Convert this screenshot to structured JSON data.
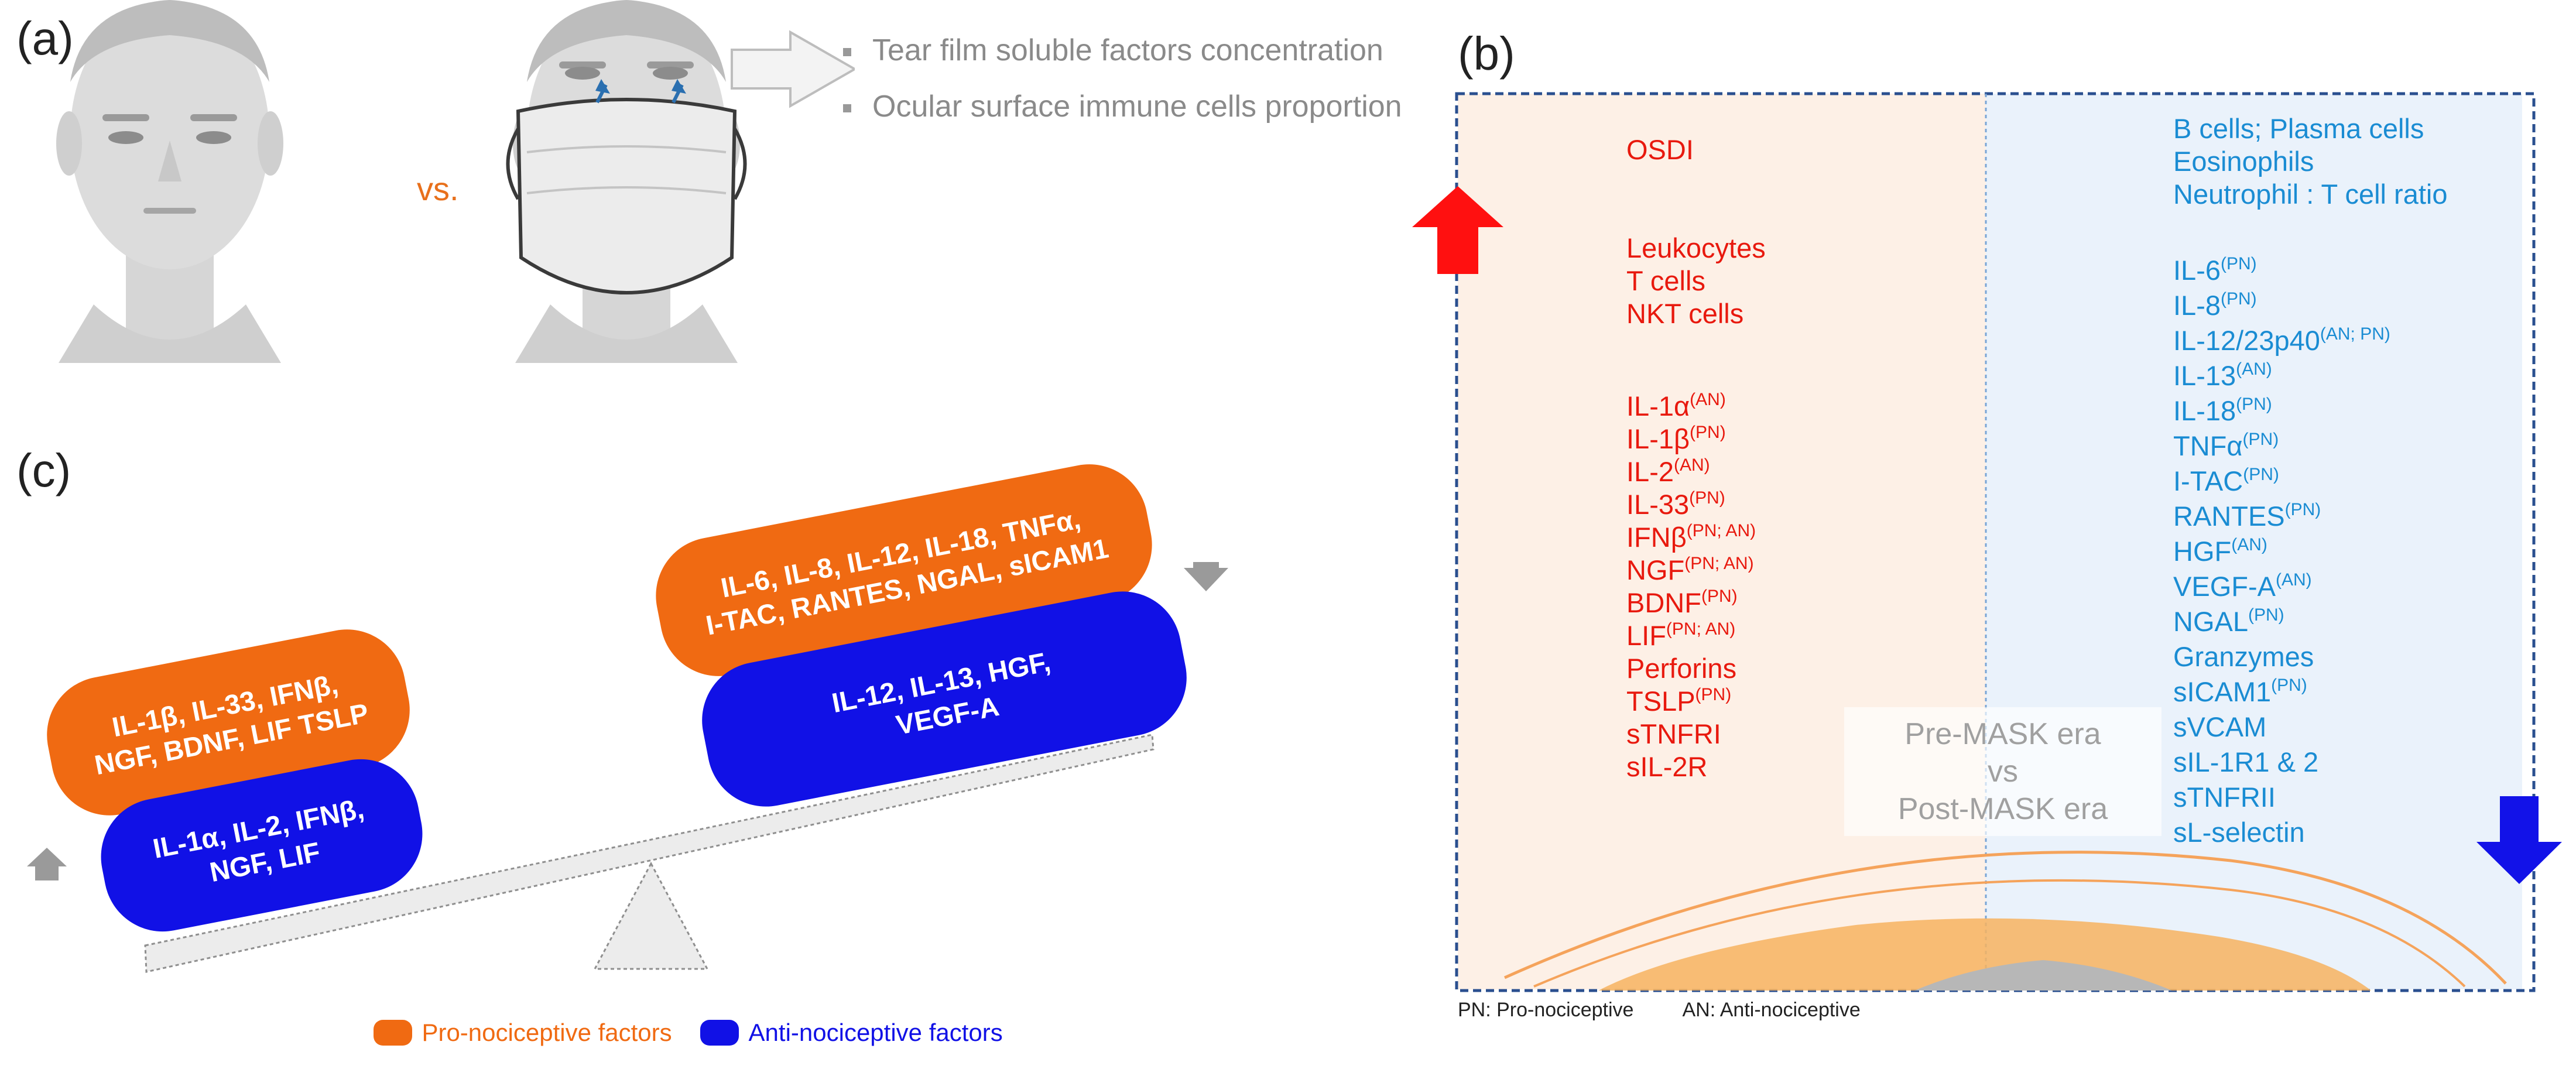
{
  "panel_a": {
    "label": "(a)",
    "vs": "vs.",
    "bullets": [
      "Tear film soluble factors concentration",
      "Ocular surface immune cells proportion"
    ]
  },
  "panel_b": {
    "label": "(b)",
    "left_colors": {
      "text": "#e8190e",
      "bg": "#fdf0e6"
    },
    "right_colors": {
      "text": "#1a8cd3",
      "bg": "#eaf2fb"
    },
    "left_groups": [
      [
        "OSDI"
      ],
      [
        "Leukocytes",
        "T cells",
        "NKT cells"
      ],
      [
        "IL-1α",
        "IL-1β",
        "IL-2",
        "IL-33",
        "IFNβ",
        "NGF",
        "BDNF",
        "LIF",
        "Perforins",
        "TSLP",
        "sTNFRI",
        "sIL-2R"
      ]
    ],
    "left_sups": [
      "",
      "",
      "",
      "",
      "(AN)",
      "(PN)",
      "(AN)",
      "(PN)",
      "(PN; AN)",
      "(PN; AN)",
      "(PN)",
      "(PN; AN)",
      "",
      "(PN)",
      "",
      ""
    ],
    "right_groups": [
      [
        "B cells; Plasma cells",
        "Eosinophils",
        "Neutrophil : T cell ratio"
      ],
      [
        "IL-6",
        "IL-8",
        "IL-12/23p40",
        "IL-13",
        "IL-18",
        "TNFα",
        "I-TAC",
        "RANTES",
        "HGF",
        "VEGF-A",
        "NGAL",
        "Granzymes",
        "sICAM1",
        "sVCAM",
        "sIL-1R1 & 2",
        "sTNFRII",
        "sL-selectin"
      ]
    ],
    "right_sups": [
      "",
      "",
      "",
      "(PN)",
      "(PN)",
      "(AN; PN)",
      "(AN)",
      "(PN)",
      "(PN)",
      "(PN)",
      "(PN)",
      "(AN)",
      "(AN)",
      "(PN)",
      "",
      "(PN)",
      "",
      "",
      "",
      ""
    ],
    "center_text": [
      "Pre-MASK era",
      "vs",
      "Post-MASK era"
    ],
    "footnote": [
      "PN: Pro-nociceptive",
      "AN: Anti-nociceptive"
    ]
  },
  "panel_c": {
    "label": "(c)",
    "left_orange": [
      "IL-1β, IL-33, IFNβ,",
      "NGF, BDNF, LIF TSLP"
    ],
    "left_blue": [
      "IL-1α, IL-2, IFNβ,",
      "NGF, LIF"
    ],
    "right_orange": [
      "IL-6, IL-8, IL-12, IL-18, TNFα,",
      "I-TAC, RANTES, NGAL, sICAM1"
    ],
    "right_blue": [
      "IL-12, IL-13, HGF,",
      "VEGF-A"
    ],
    "legend": {
      "pro": "Pro-nociceptive factors",
      "anti": "Anti-nociceptive factors",
      "pro_color": "#f06a12",
      "anti_color": "#1111e6"
    }
  }
}
